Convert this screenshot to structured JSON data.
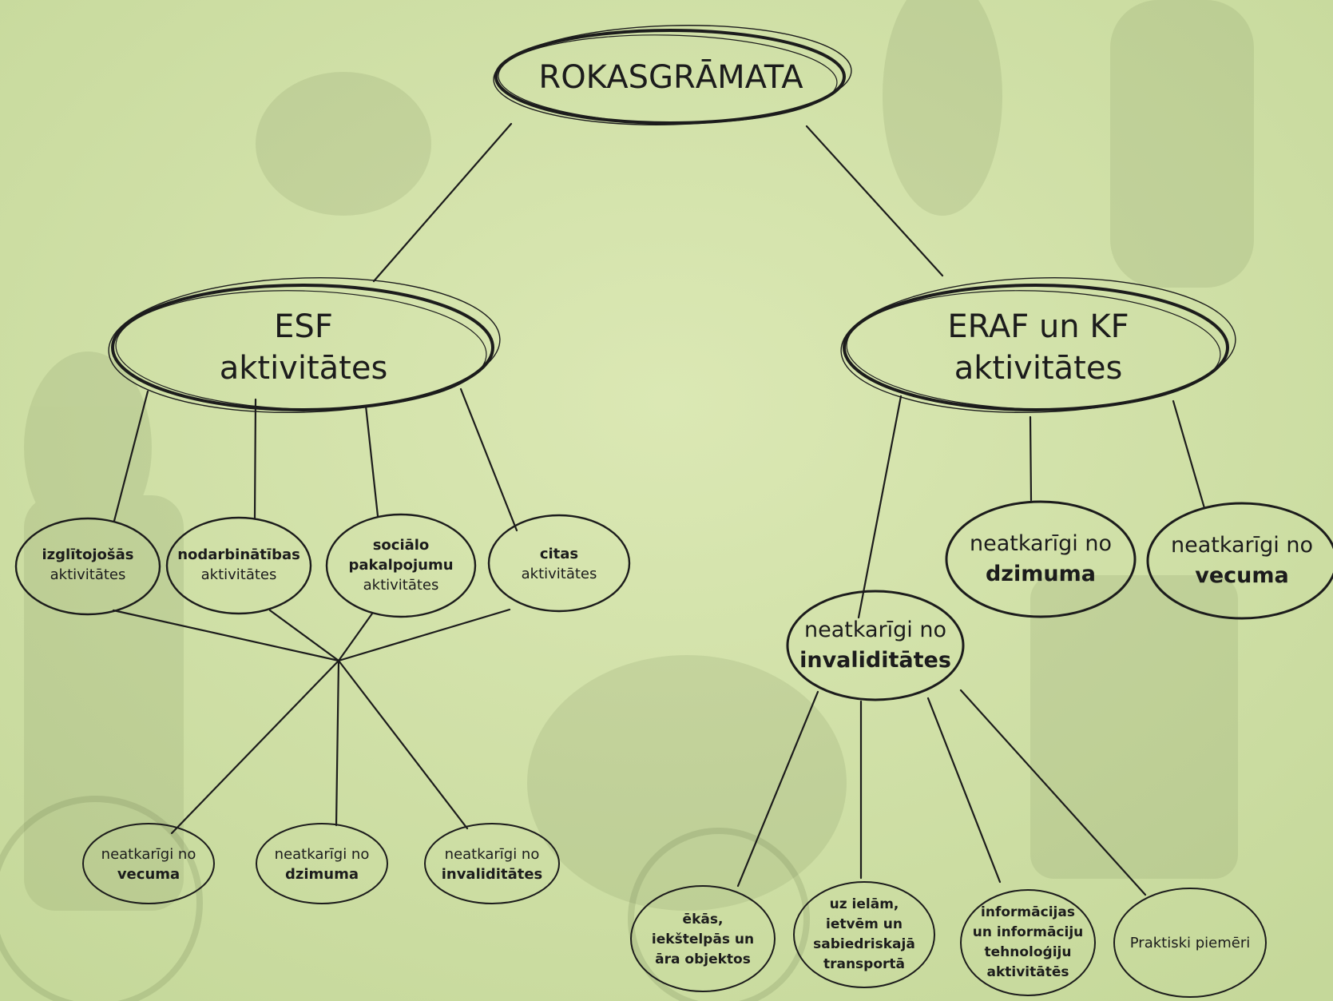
{
  "root": {
    "label": "ROKASGRĀMATA"
  },
  "esf": {
    "line1": "ESF",
    "line2": "aktivitātes"
  },
  "eraf": {
    "line1": "ERAF un KF",
    "line2": "aktivitātes"
  },
  "esf_activities": [
    {
      "bold": "izglītojošās",
      "normal": "aktivitātes"
    },
    {
      "bold": "nodarbinātības",
      "normal": "aktivitātes"
    },
    {
      "bold1": "sociālo",
      "bold2": "pakalpojumu",
      "normal": "aktivitātes"
    },
    {
      "bold": "citas",
      "normal": "aktivitātes"
    }
  ],
  "esf_independent": [
    {
      "normal": "neatkarīgi no",
      "bold": "vecuma"
    },
    {
      "normal": "neatkarīgi no",
      "bold": "dzimuma"
    },
    {
      "normal": "neatkarīgi no",
      "bold": "invaliditātes"
    }
  ],
  "eraf_independent": [
    {
      "normal": "neatkarīgi no",
      "bold": "dzimuma"
    },
    {
      "normal": "neatkarīgi no",
      "bold": "vecuma"
    },
    {
      "normal": "neatkarīgi no",
      "bold": "invaliditātes"
    }
  ],
  "eraf_areas": [
    {
      "lines": [
        "ēkās,",
        "iekštelpās un",
        "āra objektos"
      ]
    },
    {
      "lines": [
        "uz ielām,",
        "ietvēm un",
        "sabiedriskajā",
        "transportā"
      ]
    },
    {
      "lines": [
        "informācijas",
        "un informāciju",
        "tehnoloģiju",
        "aktivitātēs"
      ]
    },
    {
      "lines": [
        "Praktiski piemēri"
      ]
    }
  ],
  "colors": {
    "background": "#d2e2a8",
    "ink": "#1c1c1c"
  }
}
